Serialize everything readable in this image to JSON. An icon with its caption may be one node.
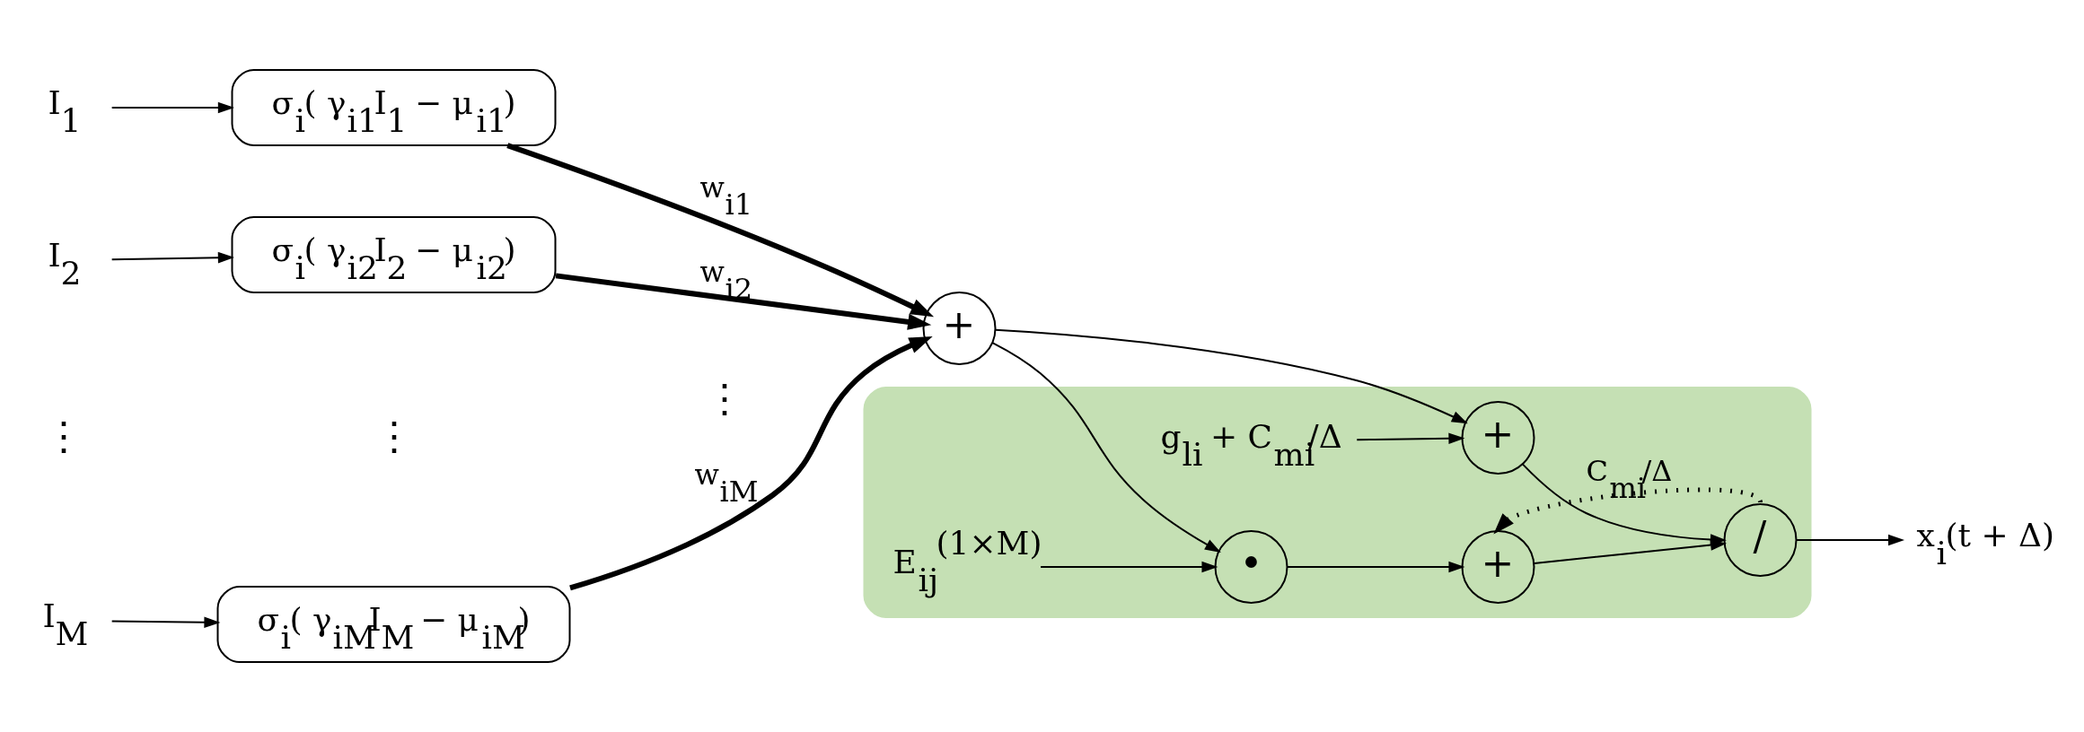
{
  "diagram": {
    "nodes": [
      {
        "text": [
          "I$_{1}$"
        ]
      },
      {
        "text": [
          "σ$_{i}$( γ$_{i1}$I$_{1}$ − μ$_{i1}$)"
        ]
      },
      {
        "text": [
          "I$_{2}$"
        ]
      },
      {
        "text": [
          "σ$_{i}$( γ$_{i2}$I$_{2}$ − μ$_{i2}$)"
        ]
      },
      {
        "text": [
          "I$_{M}$"
        ]
      },
      {
        "text": [
          "σ$_{i}$( γ$_{iM}$I$_{M}$ − μ$_{iM}$)"
        ]
      },
      {
        "text": [
          "+"
        ]
      },
      {
        "text": [],
        "shape": "box"
      },
      {
        "text": [
          "•"
        ],
        "in": 7
      },
      {
        "text": [
          "+"
        ],
        "in": 7
      },
      {
        "text": [
          "/"
        ],
        "in": 7
      },
      {
        "text": [
          "x$_{i}$(t + Δ)"
        ]
      },
      {
        "text": [
          "E$_{ij}$$^{(1×M)}$"
        ],
        "in": 7
      },
      {
        "text": [
          "+"
        ],
        "in": 7
      },
      {
        "text": [
          "g$_{li}$ + C$_{mi}$/Δ"
        ],
        "in": 7
      }
    ],
    "edges": [
      {
        "from": 0,
        "to": 1,
        "arrow": "to"
      },
      {
        "from": 2,
        "to": 3,
        "arrow": "to"
      },
      {
        "from": 4,
        "to": 5,
        "arrow": "to"
      },
      {
        "from": 1,
        "to": 6,
        "arrow": "to",
        "label": "w$_{i1}$",
        "style": "thick"
      },
      {
        "from": 3,
        "to": 6,
        "arrow": "to",
        "label": "w$_{i2}$",
        "style": "thick"
      },
      {
        "from": 5,
        "to": 6,
        "arrow": "to",
        "label": "w$_{iM}$",
        "style": "thick"
      },
      {
        "from": 6,
        "to": 8,
        "arrow": "to"
      },
      {
        "from": 6,
        "to": 13,
        "arrow": "to"
      },
      {
        "from": 12,
        "to": 8,
        "arrow": "to"
      },
      {
        "from": 8,
        "to": 9,
        "arrow": "to"
      },
      {
        "from": 9,
        "to": 10,
        "arrow": "to"
      },
      {
        "from": 13,
        "to": 10,
        "arrow": "to"
      },
      {
        "from": 14,
        "to": 13,
        "arrow": "to"
      },
      {
        "from": 10,
        "to": 11,
        "arrow": "to"
      },
      {
        "from": 10,
        "to": 9,
        "arrow": "to",
        "label": "C$_{mi}$/Δ",
        "style": "dashed"
      }
    ],
    "labels": [
      "⋮",
      "⋮",
      "⋮"
    ]
  }
}
